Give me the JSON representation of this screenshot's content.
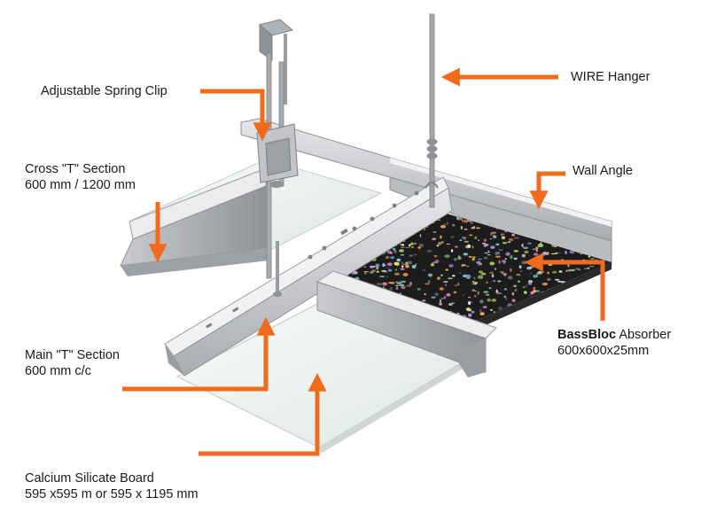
{
  "labels": {
    "wire_hanger": "WIRE Hanger",
    "spring_clip": "Adjustable Spring Clip",
    "cross_t": {
      "line1": "Cross \"T\" Section",
      "line2": "600 mm / 1200 mm"
    },
    "wall_angle": "Wall Angle",
    "bassbloc": {
      "brand": "BassBloc",
      "rest": " Absorber",
      "line2": "600x600x25mm"
    },
    "main_t": {
      "line1": "Main \"T\" Section",
      "line2": "600 mm c/c"
    },
    "calcium_board": {
      "line1": "Calcium Silicate Board",
      "line2": "595 x595 m or 595 x 1195 mm"
    }
  },
  "colors": {
    "arrow": "#f26a1b",
    "metal_light": "#d9dadc",
    "metal_mid": "#b7b9bd",
    "metal_dark": "#8e9196",
    "board": "#eef3ef",
    "absorber_base": "#1c1c1c"
  }
}
